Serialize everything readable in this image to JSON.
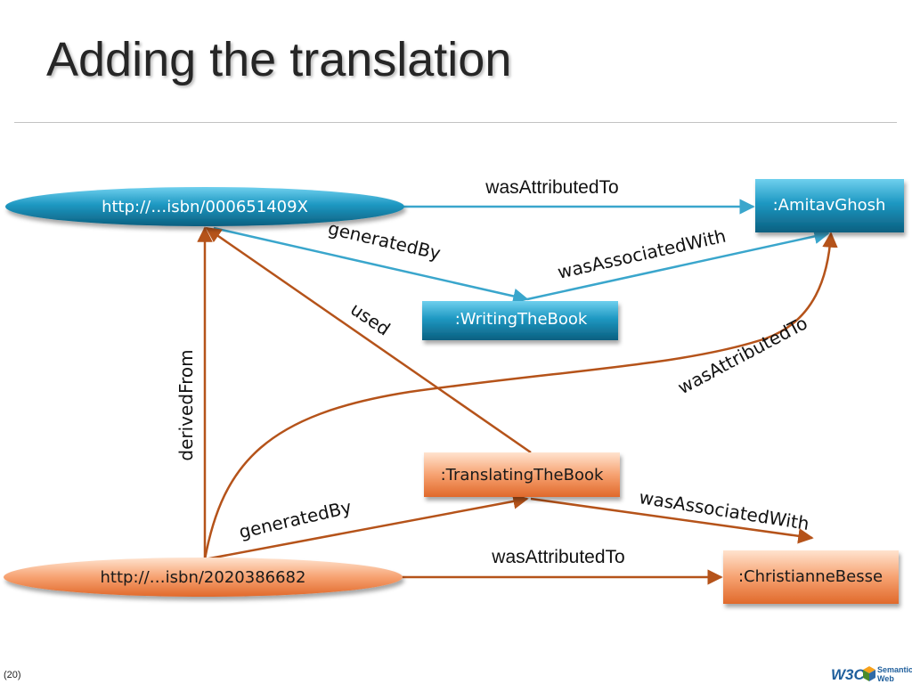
{
  "slide": {
    "title": "Adding the translation",
    "page_number": "(20)"
  },
  "nodes": {
    "original_book": "http://…isbn/000651409X",
    "translated_book": "http://…isbn/2020386682",
    "amitav_ghosh": ":AmitavGhosh",
    "christianne_besse": ":ChristianneBesse",
    "writing_the_book": ":WritingTheBook",
    "translating_the_book": ":TranslatingTheBook"
  },
  "edges": {
    "original_was_attributed_to": "wasAttributedTo",
    "original_generated_by": "generatedBy",
    "writing_was_associated_with": "wasAssociatedWith",
    "translating_used": "used",
    "translated_derived_from": "derivedFrom",
    "translated_was_attributed_to_ghosh": "wasAttributedTo",
    "translated_generated_by": "generatedBy",
    "translating_was_associated_with": "wasAssociatedWith",
    "translated_was_attributed_to_besse": "wasAttributedTo"
  },
  "colors": {
    "blue_node": "#1b8fb8",
    "orange_node": "#f08c54",
    "blue_arrow": "#3aa6cc",
    "orange_arrow": "#b5531a"
  },
  "logo": {
    "brand": "W3C",
    "line1": "Semantic",
    "line2": "Web"
  }
}
